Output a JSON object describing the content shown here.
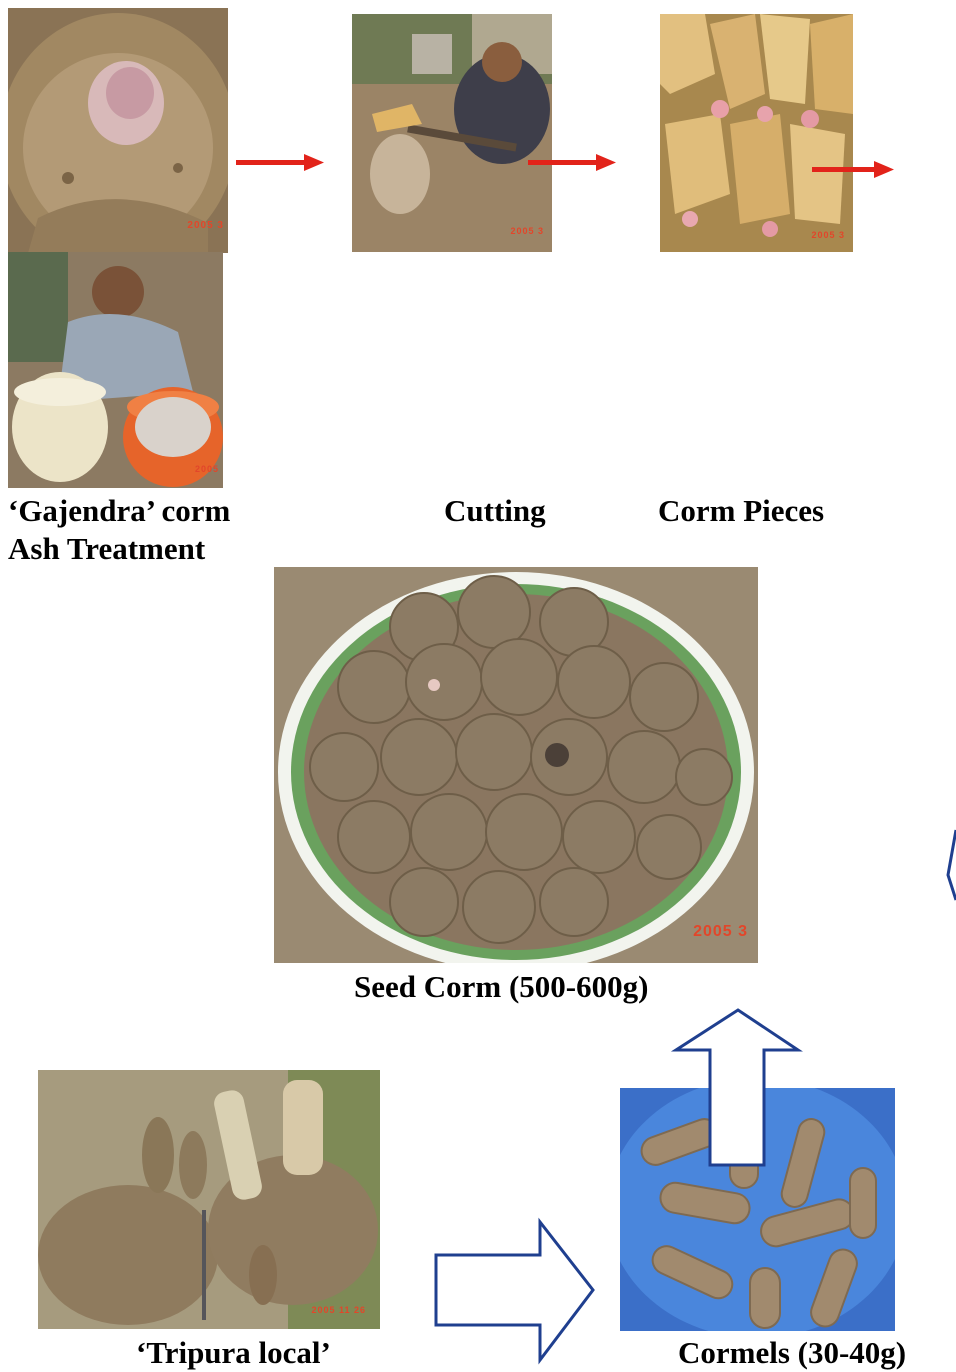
{
  "labels": {
    "gajendra_corm": "‘Gajendra’ corm",
    "ash_treatment": "Ash Treatment",
    "cutting": "Cutting",
    "corm_pieces": "Corm Pieces",
    "seed_corm": "Seed Corm (500-600g)",
    "tripura_local": "‘Tripura  local’",
    "cormels": "Cormels (30-40g)"
  },
  "photo_stamps": {
    "gajendra": "2005  3",
    "cutting": "2005  3",
    "pieces": "2005  3",
    "ash": "2005",
    "seed": "2005   3",
    "tripura": "2005 11 26"
  },
  "colors": {
    "red_arrow": "#e2231a",
    "blue_arrow": "#1f3f8f"
  }
}
